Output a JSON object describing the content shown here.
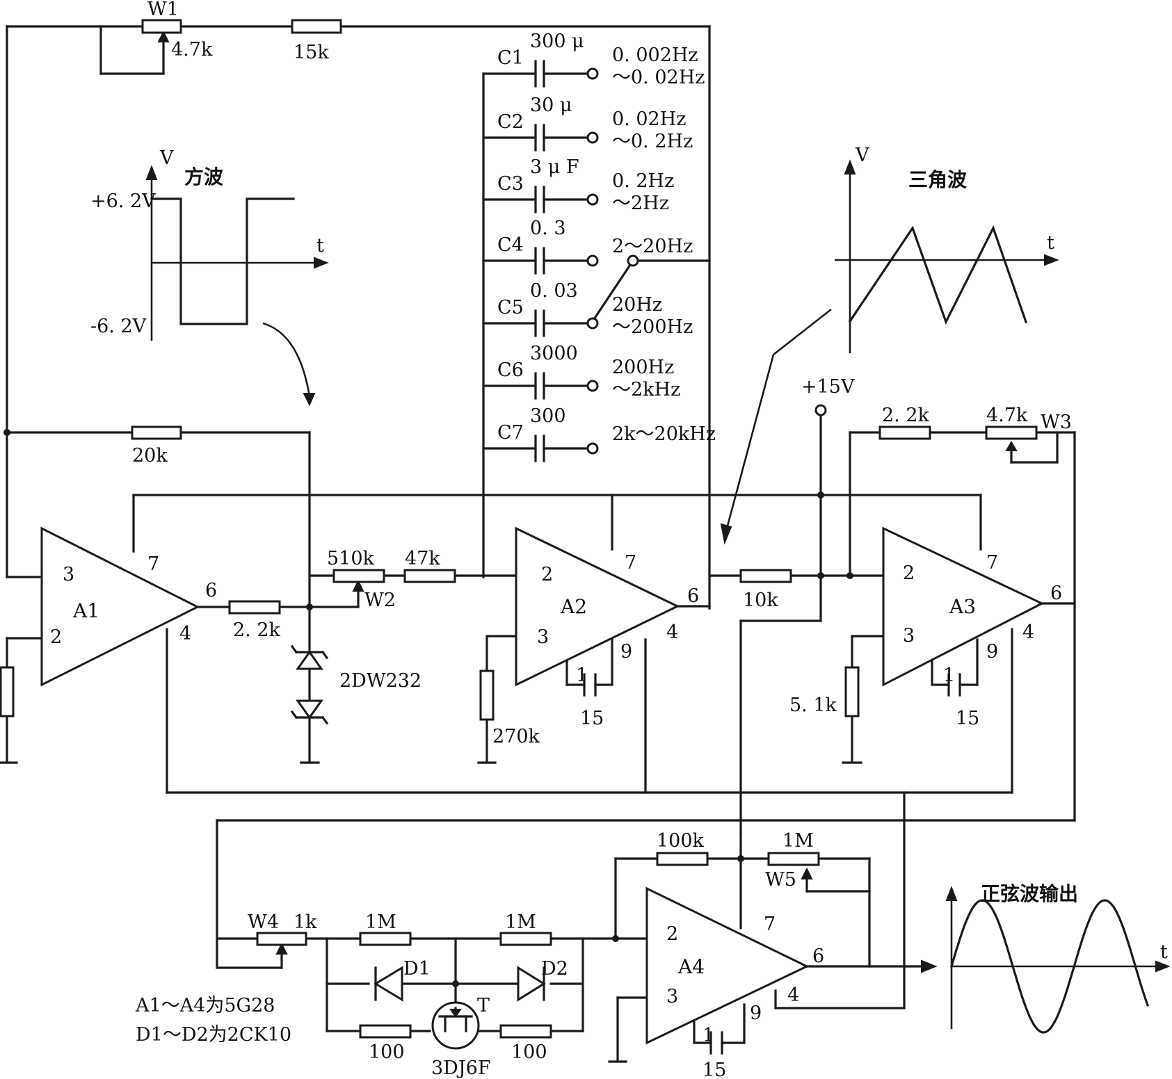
{
  "potentiometers": {
    "w1": {
      "name": "W1",
      "value": "4.7k"
    },
    "w2": {
      "name": "W2",
      "value": "510k"
    },
    "w3": {
      "name": "W3",
      "value": "4.7k"
    },
    "w4": {
      "name": "W4",
      "value": "1k"
    },
    "w5": {
      "name": "W5",
      "value": "1M"
    }
  },
  "resistors": {
    "r15k": "15k",
    "r20k": "20k",
    "r2k2_a1": "2. 2k",
    "r47k": "47k",
    "r270k": "270k",
    "r10k": "10k",
    "r2k2_a3": "2. 2k",
    "r5k1": "5. 1k",
    "r100k": "100k",
    "r1m_left": "1M",
    "r1m_right": "1M",
    "r100_left": "100",
    "r100_right": "100"
  },
  "capacitors": [
    {
      "name": "C1",
      "value": "300 μ",
      "range1": "0. 002Hz",
      "range2": "～0. 02Hz"
    },
    {
      "name": "C2",
      "value": "30 μ",
      "range1": "0. 02Hz",
      "range2": "～0. 2Hz"
    },
    {
      "name": "C3",
      "value": "3 μ F",
      "range1": "0. 2Hz",
      "range2": "～2Hz"
    },
    {
      "name": "C4",
      "value": "0. 3",
      "range1": "2～20Hz",
      "range2": ""
    },
    {
      "name": "C5",
      "value": "0. 03",
      "range1": "20Hz",
      "range2": "～200Hz"
    },
    {
      "name": "C6",
      "value": "3000",
      "range1": "200Hz",
      "range2": "～2kHz"
    },
    {
      "name": "C7",
      "value": "300",
      "range1": "2k～20kHz",
      "range2": ""
    }
  ],
  "opamps": {
    "a1": {
      "name": "A1",
      "pins": {
        "p3": "3",
        "p2": "2",
        "p7": "7",
        "p6": "6",
        "p4": "4"
      }
    },
    "a2": {
      "name": "A2",
      "pins": {
        "p2": "2",
        "p3": "3",
        "p7": "7",
        "p6": "6",
        "p4": "4",
        "p9": "9",
        "p1": "1",
        "comp": "15"
      }
    },
    "a3": {
      "name": "A3",
      "pins": {
        "p2": "2",
        "p3": "3",
        "p7": "7",
        "p6": "6",
        "p4": "4",
        "p9": "9",
        "p1": "1",
        "comp": "15"
      }
    },
    "a4": {
      "name": "A4",
      "pins": {
        "p2": "2",
        "p3": "3",
        "p7": "7",
        "p6": "6",
        "p4": "4",
        "p9": "9",
        "p1": "1",
        "comp": "15"
      }
    }
  },
  "zener": "2DW232",
  "supply": "+15V",
  "diodes": {
    "d1": "D1",
    "d2": "D2"
  },
  "transistor": {
    "label": "T",
    "model": "3DJ6F"
  },
  "waveforms": {
    "square": {
      "title": "方波",
      "axis_v": "V",
      "axis_t": "t",
      "high": "+6. 2V",
      "low": "-6. 2V"
    },
    "triangle": {
      "title": "三角波",
      "axis_v": "V",
      "axis_t": "t"
    },
    "sine": {
      "title": "正弦波输出",
      "axis_t": "t"
    }
  },
  "notes": {
    "line1": "A1～A4为5G28",
    "line2": "D1～D2为2CK10"
  }
}
